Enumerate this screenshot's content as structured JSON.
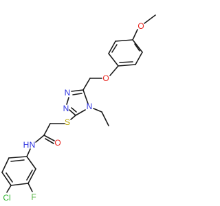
{
  "molecule": {
    "atom_labels": {
      "o_methoxy": "O",
      "o_ether": "O",
      "n_ring_1": "N",
      "n_ring_2": "N",
      "n_ring_4": "N",
      "s_thio": "S",
      "o_carbonyl": "O",
      "nh_amide": "N",
      "h_amide": "H",
      "cl": "Cl",
      "f": "F"
    },
    "colors": {
      "bond": "#1a1a1a",
      "carbon_text": "#1a1a1a",
      "oxygen": "#e8251f",
      "nitrogen": "#2b31e0",
      "sulfur": "#b8a400",
      "chlorine": "#2fb52f",
      "fluorine": "#5fb84d",
      "background": "#ffffff"
    }
  }
}
